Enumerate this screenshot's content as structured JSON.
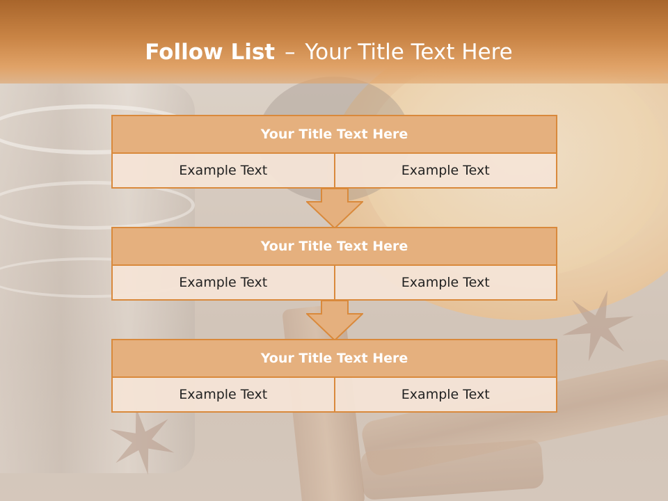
{
  "slide": {
    "title_bold": "Follow List",
    "title_separator": "–",
    "title_rest": "Your Title Text Here"
  },
  "blocks": [
    {
      "title": "Your Title Text Here",
      "cells": [
        "Example Text",
        "Example Text"
      ]
    },
    {
      "title": "Your Title Text Here",
      "cells": [
        "Example Text",
        "Example Text"
      ]
    },
    {
      "title": "Your Title Text Here",
      "cells": [
        "Example Text",
        "Example Text"
      ]
    }
  ],
  "colors": {
    "accent": "#d9893b",
    "header_fill": "#e5b07e",
    "cell_fill": "#f4e4d6",
    "banner": "#c98445"
  }
}
